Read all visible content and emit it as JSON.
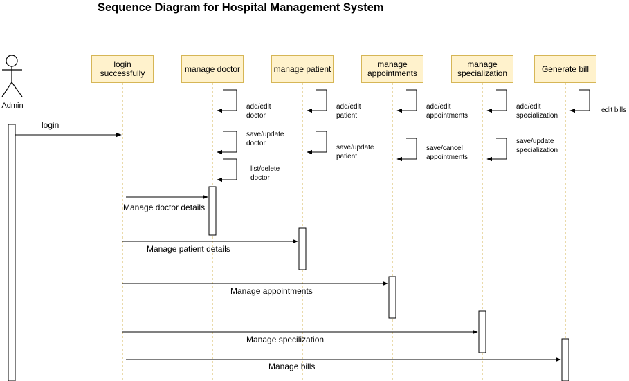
{
  "title": "Sequence Diagram for Hospital Management System",
  "actor": {
    "label": "Admin"
  },
  "participants": [
    {
      "id": "login",
      "label": "login\nsuccessfully"
    },
    {
      "id": "doctor",
      "label": "manage doctor"
    },
    {
      "id": "patient",
      "label": "manage patient"
    },
    {
      "id": "appointments",
      "label": "manage\nappointments"
    },
    {
      "id": "specialization",
      "label": "manage\nspecialization"
    },
    {
      "id": "bill",
      "label": "Generate bill"
    }
  ],
  "self_messages": {
    "doctor": [
      "add/edit\ndoctor",
      "save/update\ndoctor",
      "list/delete\ndoctor"
    ],
    "patient": [
      "add/edit\npatient",
      "save/update\npatient"
    ],
    "appointments": [
      "add/edit\nappointments",
      "save/cancel\nappointments"
    ],
    "specialization": [
      "add/edit\nspecialization",
      "save/update\nspecialization"
    ],
    "bill": [
      "edit bills"
    ]
  },
  "messages": {
    "login": "login",
    "doctor": "Manage doctor details",
    "patient": "Manage patient details",
    "appointments": "Manage appointments",
    "specialization": "Manage specilization",
    "bills": "Manage bills"
  },
  "colors": {
    "box_fill": "#fff2cc",
    "box_border": "#d6b656",
    "lifeline": "#d6b656",
    "line": "#000000"
  }
}
